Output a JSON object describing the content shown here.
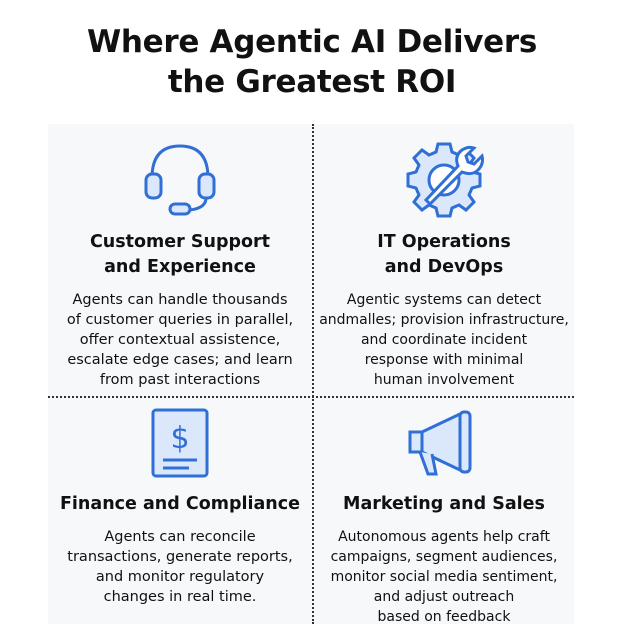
{
  "title": {
    "line1": "Where Agentic AI Delivers",
    "line2": "the Greatest ROI"
  },
  "cards": [
    {
      "icon": "headset-icon",
      "heading": [
        "Customer Support",
        "and Experience"
      ],
      "body": [
        "Agents can handle thousands",
        "of customer queries in parallel,",
        "offer contextual assistence,",
        "escalate edge cases; and learn",
        "from past interactions"
      ]
    },
    {
      "icon": "gear-wrench-icon",
      "heading": [
        "IT Operations",
        "and DevOps"
      ],
      "body": [
        "Agentic systems can detect",
        "andmalles; provision infrastructure,",
        "and coordinate incident",
        "response with minimal",
        "human involvement"
      ]
    },
    {
      "icon": "invoice-dollar-icon",
      "heading": [
        "Finance and Compliance"
      ],
      "body": [
        "Agents can reconcile",
        "transactions, generate reports,",
        "and monitor regulatory",
        "changes in real time."
      ]
    },
    {
      "icon": "megaphone-icon",
      "heading": [
        "Marketing and Sales"
      ],
      "body": [
        "Autonomous agents help craft",
        "campaigns, segment audiences,",
        "monitor social media sentiment,",
        "and adjust outreach",
        "based on feedback"
      ]
    }
  ],
  "colors": {
    "accent": "#2f6fd6",
    "accent_fill": "#dbe8fb",
    "text": "#111111",
    "panel": "#f7f8fa"
  }
}
